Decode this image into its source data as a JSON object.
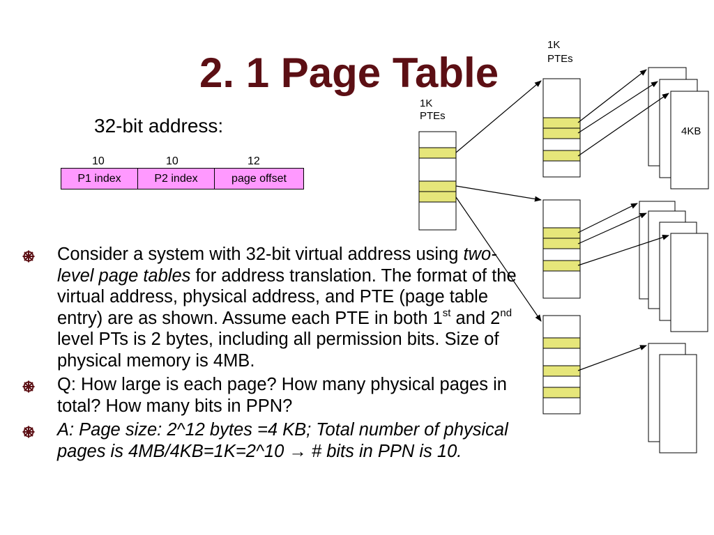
{
  "slide": {
    "title": "2. 1 Page Table",
    "address_label": "32-bit address:",
    "address_format": {
      "bit_counts": [
        "10",
        "10",
        "12"
      ],
      "fields": [
        "P1 index",
        "P2 index",
        "page offset"
      ]
    },
    "bullets": [
      {
        "line1": "Consider a system with 32-bit virtual address using ",
        "italic": "two-level page tables",
        "line2": " for address translation. The format of the virtual address, physical address, and PTE (page table entry) are as shown. Assume each PTE in both 1",
        "sup1": "st",
        "line3": " and 2",
        "sup2": "nd",
        "line4": " level PTs is 2 bytes, including all permission bits. Size of physical memory is 4MB."
      },
      {
        "text": "Q: How large is each page? How many physical pages in total? How many bits in PPN?"
      },
      {
        "text": "A: Page size: 2^12 bytes =4 KB; Total number of physical pages is 4MB/4KB=1K=2^10 → # bits in PPN is 10."
      }
    ],
    "diagram": {
      "level1_label_line1": "1K",
      "level1_label_line2": "PTEs",
      "level2_label_line1": "1K",
      "level2_label_line2": "PTEs",
      "page_label": "4KB"
    },
    "colors": {
      "title": "#5c0f14",
      "field_fill": "#ff99ff",
      "pte_fill": "#e6e67a",
      "bullet": "#5c0f14"
    },
    "icons": {
      "bullet": "ornament-bullet-icon"
    }
  }
}
